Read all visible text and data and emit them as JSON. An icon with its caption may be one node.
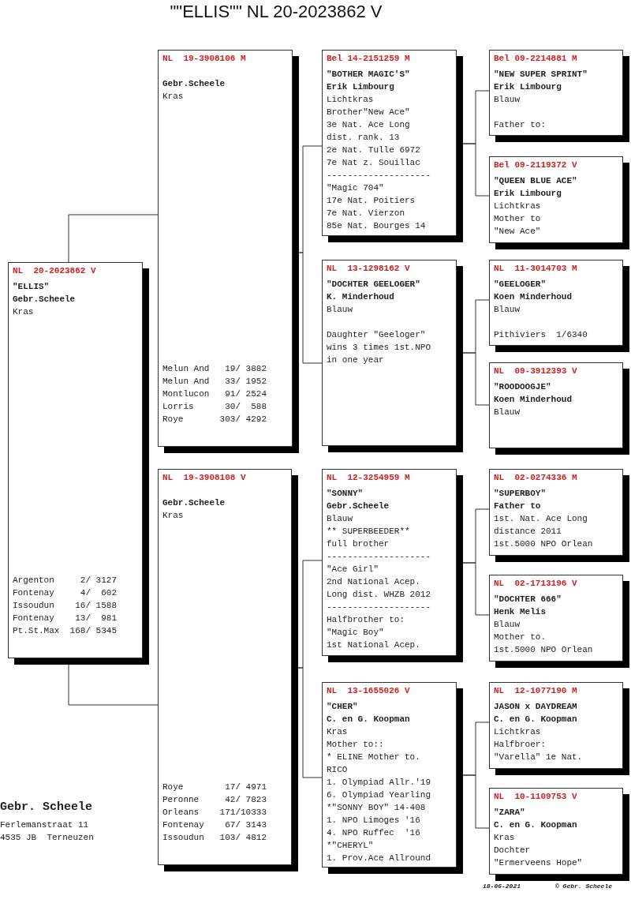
{
  "diagram": {
    "title": "\"\"ELLIS\"\"  NL  20-2023862 V",
    "nodes": [
      {
        "text": [
          "NL  20-2023862 V",
          "\"ELLIS\"",
          "Gebr.Scheele",
          "Kras",
          "Argenton     2/ 3127",
          "Fontenay     4/  602",
          "Issoudun    16/ 1588",
          "Fontenay    13/  981",
          "Pt.St.Max  168/ 5345"
        ]
      },
      {
        "text": [
          "NL  19-3908106 M",
          "Gebr.Scheele",
          "Kras",
          "Melun And   19/ 3882",
          "Melun And   33/ 1952",
          "Montlucon   91/ 2524",
          "Lorris      30/  588",
          "Roye       303/ 4292"
        ]
      },
      {
        "text": [
          "Bel 14-2151259 M",
          "\"BOTHER MAGIC'S\"",
          "Erik Limbourg",
          "Lichtkras",
          "Brother\"New Ace\"",
          "3e Nat. Ace Long",
          "dist. rank. 13",
          "2e Nat. Tulle 6972",
          "7e Nat z. Souillac",
          "--------------------",
          "\"Magic 704\"",
          "17e Nat. Poitiers",
          "7e Nat. Vierzon",
          "85e Nat. Bourges 14"
        ]
      },
      {
        "text": [
          "Bel 09-2214881 M",
          "\"NEW SUPER SPRINT\"",
          "Erik Limbourg",
          "Blauw",
          "Father to:"
        ]
      },
      {
        "text": [
          "Bel 09-2119372 V",
          "\"QUEEN BLUE ACE\"",
          "Erik Limbourg",
          "Lichtkras",
          "Mother to",
          "\"New Ace\""
        ]
      },
      {
        "text": [
          "NL  13-1298162 V",
          "\"DOCHTER GEELOGER\"",
          "K. Minderhoud",
          "Blauw",
          "Daughter \"Geeloger\"",
          "wins 3 times 1st.NPO",
          "in one year"
        ]
      },
      {
        "text": [
          "NL  11-3014703 M",
          "\"GEELOGER\"",
          "Koen Minderhoud",
          "Blauw",
          "Pithiviers  1/6340"
        ]
      },
      {
        "text": [
          "NL  09-3912393 V",
          "\"ROODOOGJE\"",
          "Koen Minderhoud",
          "Blauw"
        ]
      },
      {
        "text": [
          "NL  19-3908108 V",
          "Gebr.Scheele",
          "Kras",
          "Roye        17/ 4971",
          "Peronne     42/ 7823",
          "Orleans    171/10333",
          "Fontenay    67/ 3143",
          "Issoudun   103/ 4812"
        ]
      },
      {
        "text": [
          "NL  12-3254959 M",
          "\"SONNY\"",
          "Gebr.Scheele",
          "Blauw",
          "** SUPERBEEDER**",
          "full brother",
          "--------------------",
          "\"Ace Girl\"",
          "2nd National Acep.",
          "Long dist. WHZB 2012",
          "--------------------",
          "Halfbrother to:",
          "\"Magic Boy\"",
          "1st National Acep."
        ]
      },
      {
        "text": [
          "NL  02-0274336 M",
          "\"SUPERBOY\"",
          "Father to",
          "1st. Nat. Ace Long",
          "distance 2011",
          "1st.5000 NPO Orlean"
        ]
      },
      {
        "text": [
          "NL  02-1713196 V",
          "\"DOCHTER 666\"",
          "Henk Melis",
          "Blauw",
          "Mother to.",
          "1st.5000 NPO Orlean"
        ]
      },
      {
        "text": [
          "NL  13-1655026 V",
          "\"CHER\"",
          "C. en G. Koopman",
          "Kras",
          "Mother to::",
          "* ELINE Mother to.",
          "RICO",
          "1. Olympiad Allr.'19",
          "6. Olympiad Yearling",
          "*\"SONNY BOY\" 14-408",
          "1. NPO Limoges '16",
          "4. NPO Ruffec  '16",
          "*\"CHERYL\"",
          "1. Prov.Ace Allround"
        ]
      },
      {
        "text": [
          "NL  12-1077190 M",
          "JASON x DAYDREAM",
          "C. en G. Koopman",
          "Lichtkras",
          "Halfbroer:",
          "\"Varella\" 1e Nat."
        ]
      },
      {
        "text": [
          "NL  10-1109753 V",
          "\"ZARA\"",
          "C. en G. Koopman",
          "Kras",
          "Dochter",
          "\"Ermerveens Hope\""
        ]
      }
    ],
    "edges": [
      {
        "from": 0,
        "to": 1,
        "arrow": "none"
      },
      {
        "from": 0,
        "to": 8,
        "arrow": "none"
      },
      {
        "from": 1,
        "to": 2,
        "arrow": "none"
      },
      {
        "from": 1,
        "to": 5,
        "arrow": "none"
      },
      {
        "from": 2,
        "to": 3,
        "arrow": "none"
      },
      {
        "from": 2,
        "to": 4,
        "arrow": "none"
      },
      {
        "from": 5,
        "to": 6,
        "arrow": "none"
      },
      {
        "from": 5,
        "to": 7,
        "arrow": "none"
      },
      {
        "from": 8,
        "to": 9,
        "arrow": "none"
      },
      {
        "from": 8,
        "to": 12,
        "arrow": "none"
      },
      {
        "from": 9,
        "to": 10,
        "arrow": "none"
      },
      {
        "from": 9,
        "to": 11,
        "arrow": "none"
      },
      {
        "from": 12,
        "to": 13,
        "arrow": "none"
      },
      {
        "from": 12,
        "to": 14,
        "arrow": "none"
      }
    ],
    "labels": [
      "Gebr. Scheele",
      "Ferlemanstraat 11",
      "4535 JB  Terneuzen",
      "18-06-2021",
      "© Gebr. Scheele"
    ]
  }
}
